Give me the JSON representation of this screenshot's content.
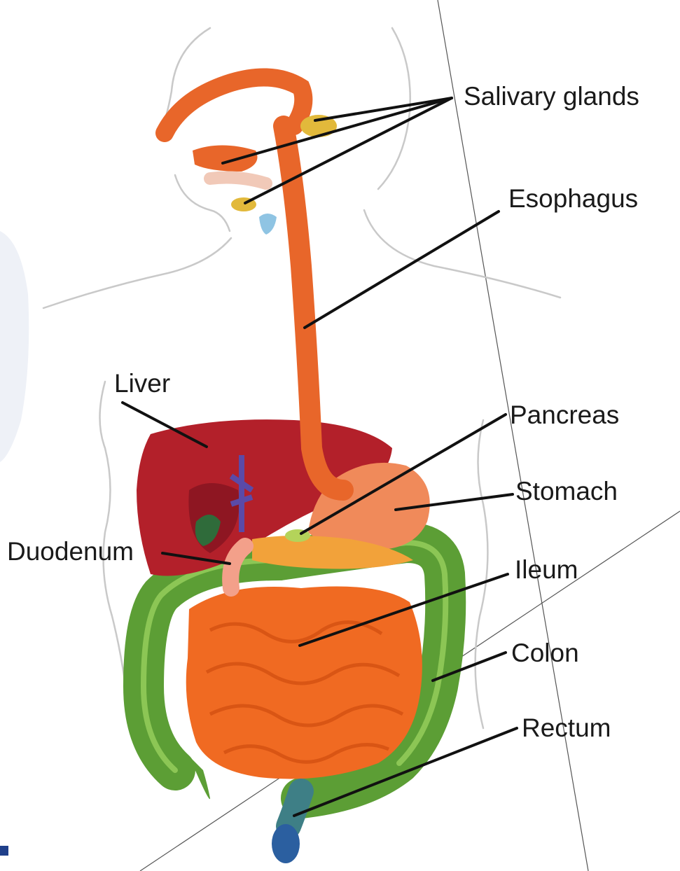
{
  "labels": {
    "salivary_glands": "Salivary glands",
    "esophagus": "Esophagus",
    "liver": "Liver",
    "pancreas": "Pancreas",
    "stomach": "Stomach",
    "duodenum": "Duodenum",
    "ileum": "Ileum",
    "colon": "Colon",
    "rectum": "Rectum"
  },
  "colors": {
    "esophagus": "#e8662a",
    "salivary": "#e2b93b",
    "liver": "#b3202a",
    "liver_dark": "#8e1622",
    "gallbladder": "#2f6b3a",
    "bile_duct": "#5a4aa8",
    "stomach": "#f08a5a",
    "pancreas": "#f2a23a",
    "duodenum": "#f3a08a",
    "ileum": "#f06a22",
    "colon": "#5c9e35",
    "colon_light": "#8cc655",
    "rectum": "#3e7f86",
    "anus": "#2b5fa0",
    "body_outline": "#c9c9c9",
    "leader": "#111111"
  }
}
